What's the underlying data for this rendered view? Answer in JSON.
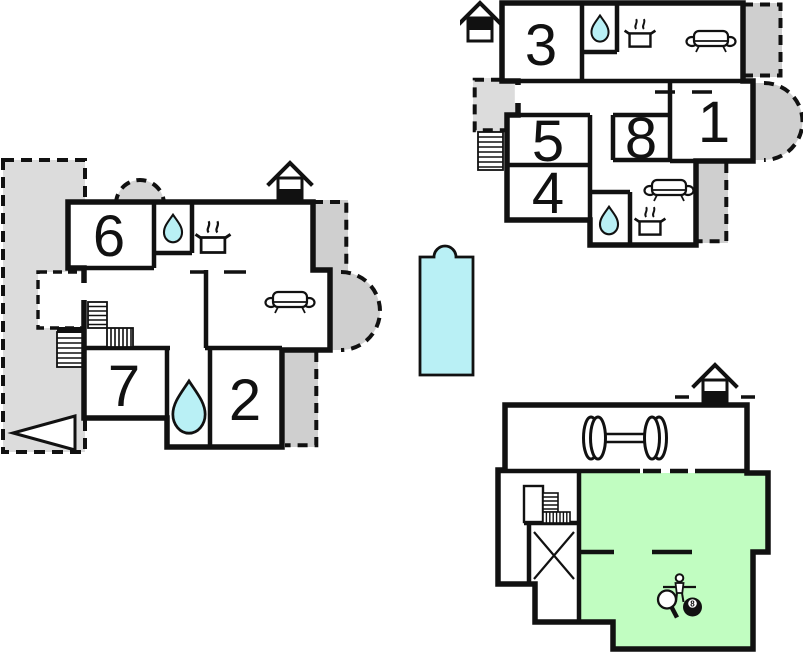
{
  "page": {
    "description": "Three-level holiday home floor plan with outdoor swimming pool",
    "background": "#ffffff"
  },
  "colors": {
    "wall": "#111111",
    "water_fill": "#b9f0f5",
    "game_room_fill": "#c1fdc1",
    "terrace_fill": "#dcdcdc",
    "annex_fill": "#cfcfcf"
  },
  "floors": {
    "upper": {
      "level_label": "upper floor",
      "rooms": {
        "r3": "3",
        "r5": "5",
        "r8": "8",
        "r4": "4",
        "r1": "1"
      },
      "icons": [
        "house-level-upper-icon",
        "water-drop-icon",
        "stove-icon",
        "sofa-icon",
        "stairs-icon",
        "water-drop-icon",
        "stove-icon",
        "sofa-icon"
      ]
    },
    "ground": {
      "level_label": "ground floor",
      "rooms": {
        "r6": "6",
        "r7": "7",
        "r2": "2"
      },
      "icons": [
        "house-level-ground-icon",
        "water-drop-icon",
        "stove-icon",
        "sofa-icon",
        "water-drop-icon",
        "stairs-icon",
        "direction-arrow-icon"
      ]
    },
    "basement": {
      "level_label": "basement",
      "billiard_ball_label": "8",
      "icons": [
        "house-level-basement-icon",
        "dumbbell-icon",
        "stairs-icon",
        "cross-icon",
        "foosball-player-icon",
        "table-tennis-paddle-icon",
        "billiard-ball-icon"
      ]
    }
  },
  "pool": {
    "label": "swimming-pool"
  }
}
